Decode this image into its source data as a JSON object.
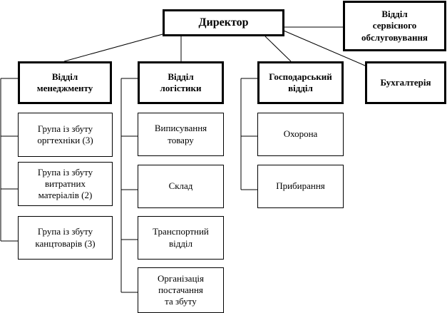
{
  "director": {
    "label": "Директор"
  },
  "service_dept": {
    "label": "Відділ\nсервісного\nобслуговування"
  },
  "management_dept": {
    "label": "Відділ\nменеджменту",
    "groups": [
      {
        "label": "Група із збуту\nоргтехніки (3)"
      },
      {
        "label": "Група із збуту\nвитратних\nматеріалів (2)"
      },
      {
        "label": "Група із збуту\nканцтоварів (3)"
      }
    ]
  },
  "logistics_dept": {
    "label": "Відділ\nлогістики",
    "units": [
      {
        "label": "Виписування\nтовару"
      },
      {
        "label": "Склад"
      },
      {
        "label": "Транспортний\nвідділ"
      },
      {
        "label": "Організація\nпостачання\nта збуту"
      }
    ]
  },
  "household_dept": {
    "label": "Господарський\nвідділ",
    "units": [
      {
        "label": "Охорона"
      },
      {
        "label": "Прибирання"
      }
    ]
  },
  "accounting": {
    "label": "Бухгалтерія"
  }
}
